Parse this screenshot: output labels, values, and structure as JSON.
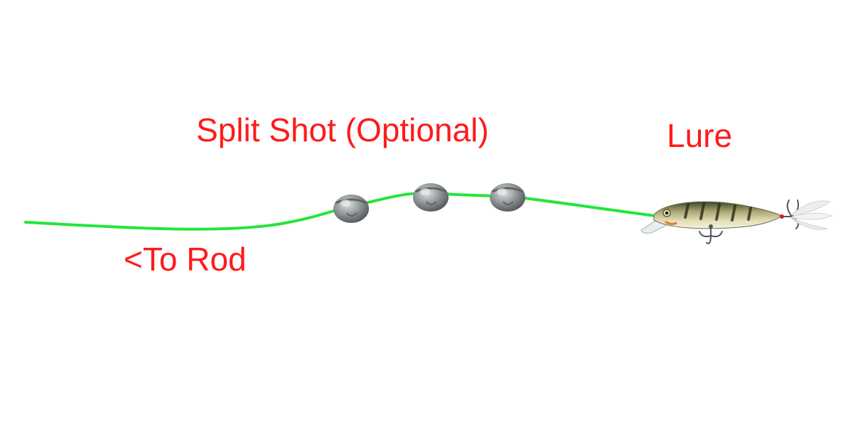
{
  "labels": {
    "split_shot": "Split Shot (Optional)",
    "lure": "Lure",
    "to_rod": "<To Rod"
  },
  "colors": {
    "label_text": "#ff1a1a",
    "fishing_line": "#22e63a",
    "split_shot_fill": "#9a9fa0",
    "split_shot_shadow": "#5f6466",
    "lure_body": "#d9d3a6",
    "lure_back": "#4a4f2a",
    "lure_stripe": "#2b2d1a",
    "lure_belly": "#f1efe0",
    "lure_lip": "#e8eef0",
    "hook_metal": "#555555",
    "feather": "#eeeeee",
    "bead": "#d62020"
  },
  "icons": {
    "split_shot": "split-shot-weight-icon",
    "lure": "crankbait-lure-icon",
    "hook": "treble-hook-icon",
    "feather": "feather-tail-icon"
  }
}
